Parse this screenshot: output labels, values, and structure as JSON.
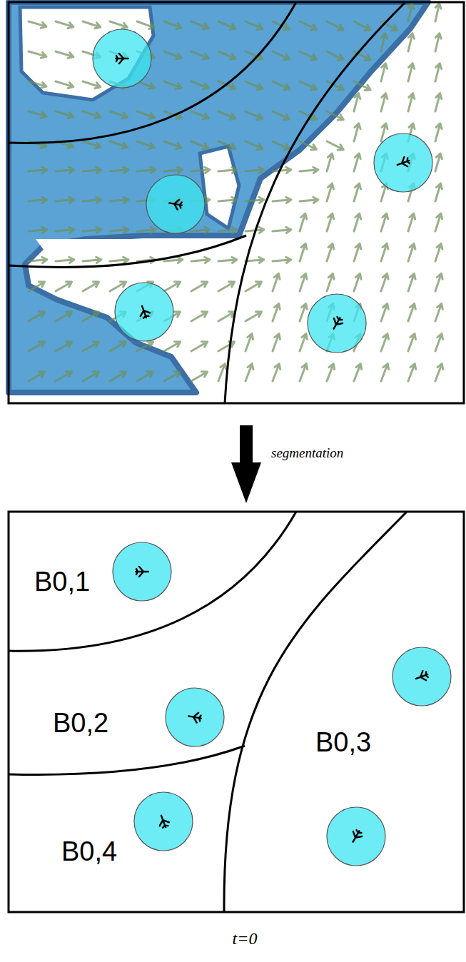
{
  "diagram": {
    "caption": "t=0",
    "nodes": [
      {
        "text": [
          "B0,1"
        ]
      },
      {
        "text": [
          "B0,2"
        ]
      },
      {
        "text": [
          "B0,3"
        ]
      },
      {
        "text": [
          "B0,4"
        ]
      }
    ],
    "labels": [
      "segmentation"
    ]
  }
}
